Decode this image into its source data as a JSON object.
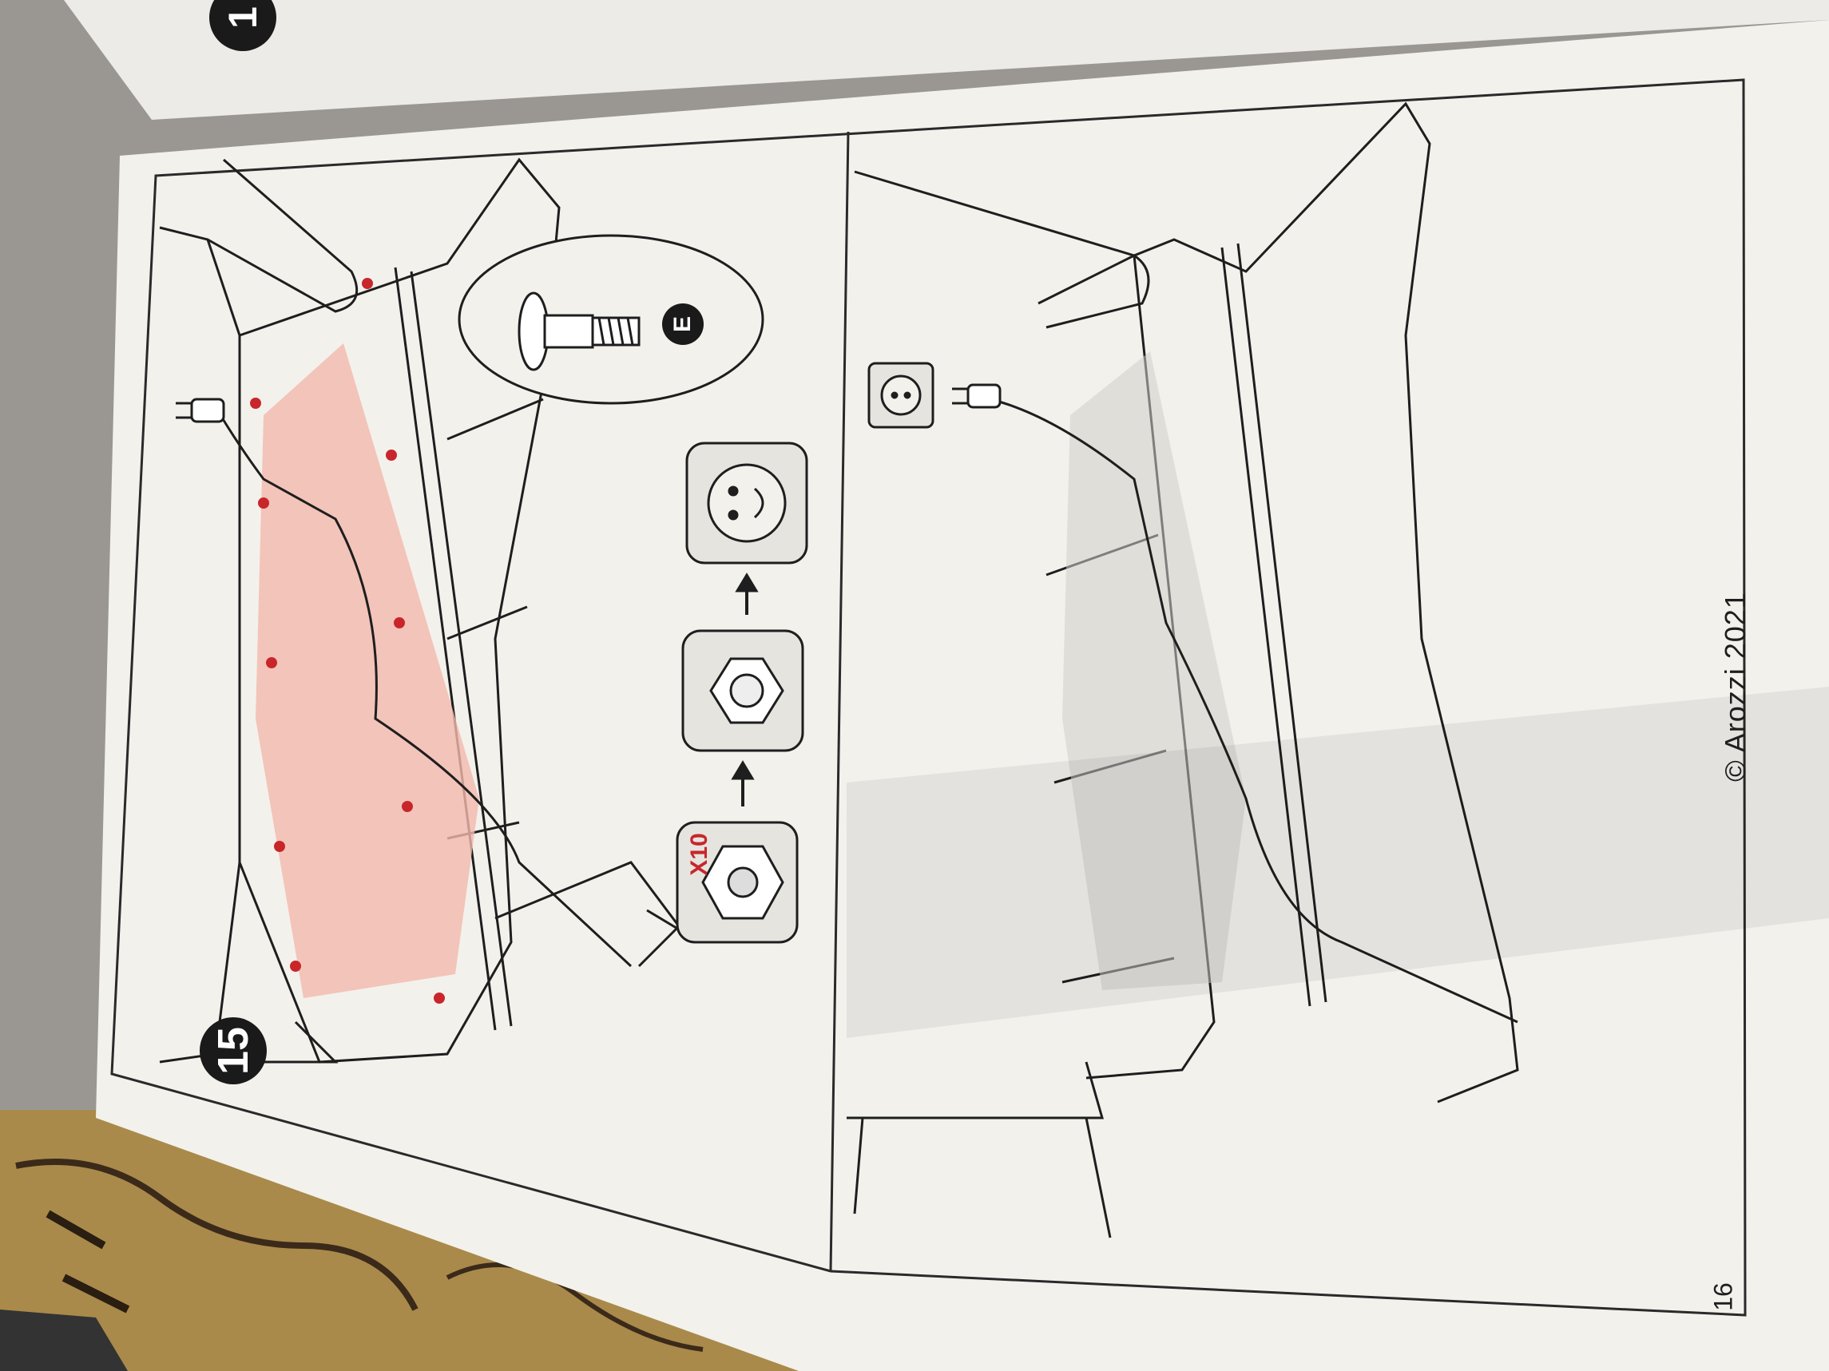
{
  "document": {
    "copyright": "© Arozzi 2021",
    "page_number": "16",
    "step_number": "15",
    "previous_step_number": "1",
    "part_label": "E",
    "quantity": "X10"
  },
  "icons": {
    "step_sequence": [
      "hex-bolt-icon",
      "arrow-icon",
      "hex-socket-icon",
      "arrow-icon",
      "smiley-icon"
    ],
    "power": [
      "power-plug-icon",
      "wall-socket-icon"
    ]
  },
  "colors": {
    "highlight": "#f2b9ad",
    "accent_red": "#c8262b",
    "ink": "#1e1e1e",
    "paper": "#f3f1ec"
  }
}
